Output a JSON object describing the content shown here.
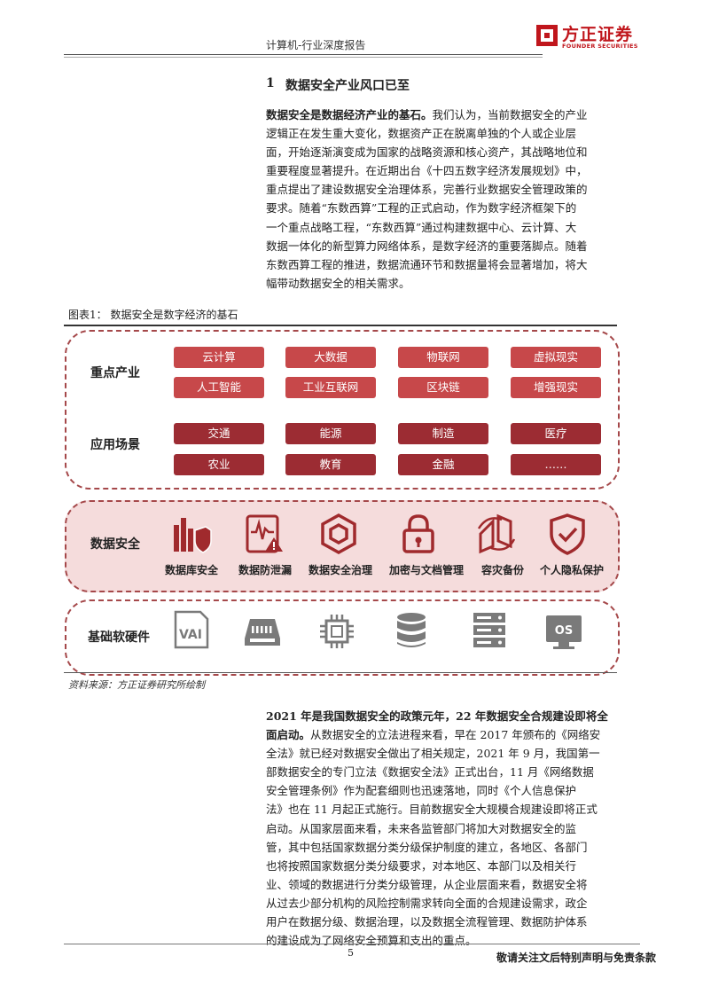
{
  "header": {
    "report_title": "计算机-行业深度报告",
    "logo_cn": "方正证券",
    "logo_en": "FOUNDER SECURITIES"
  },
  "section": {
    "number": "1",
    "title": "数据安全产业风口已至"
  },
  "para1": {
    "lead": "数据安全是数据经济产业的基石。",
    "lines": [
      "我们认为，当前数据安全的产业",
      "逻辑正在发生重大变化，数据资产正在脱离单独的个人或企业层",
      "面，开始逐渐演变成为国家的战略资源和核心资产，其战略地位和",
      "重要程度显著提升。在近期出台《十四五数字经济发展规划》中，",
      "重点提出了建设数据安全治理体系，完善行业数据安全管理政策的",
      "要求。随着“东数西算”工程的正式启动，作为数字经济框架下的",
      "一个重点战略工程，“东数西算”通过构建数据中心、云计算、大",
      "数据一体化的新型算力网络体系，是数字经济的重要落脚点。随着",
      "东数西算工程的推进，数据流通环节和数据量将会显著增加，将大",
      "幅带动数据安全的相关需求。"
    ]
  },
  "figure": {
    "caption": "图表1：  数据安全是数字经济的基石",
    "source": "资料来源：方正证券研究所绘制",
    "industry_label": "重点产业",
    "industries": [
      "云计算",
      "大数据",
      "物联网",
      "虚拟现实",
      "人工智能",
      "工业互联网",
      "区块链",
      "增强现实"
    ],
    "scene_label": "应用场景",
    "scenes": [
      "交通",
      "能源",
      "制造",
      "医疗",
      "农业",
      "教育",
      "金融",
      "……"
    ],
    "security_label": "数据安全",
    "security_items": [
      {
        "label": "数据库安全",
        "icon": "database-security-icon"
      },
      {
        "label": "数据防泄漏",
        "icon": "leak-prevention-icon"
      },
      {
        "label": "数据安全治理",
        "icon": "governance-icon"
      },
      {
        "label": "加密与文档管理",
        "icon": "lock-icon"
      },
      {
        "label": "容灾备份",
        "icon": "backup-icon"
      },
      {
        "label": "个人隐私保护",
        "icon": "shield-check-icon"
      }
    ],
    "infra_label": "基础软硬件",
    "infra_icons": [
      "vai-file-icon",
      "memory-icon",
      "chip-icon",
      "database-icon",
      "server-icon",
      "os-icon"
    ],
    "colors": {
      "pill_light": "#c7484a",
      "pill_dark": "#9c2c33",
      "border": "#a5484a",
      "mid_bg": "#f5dcdc",
      "icon_gray": "#7a7a7a"
    }
  },
  "para2": {
    "lead_lines": [
      "2021 年是我国数据安全的政策元年，22 年数据安全合规建设即将全",
      "面启动。"
    ],
    "lines": [
      "从数据安全的立法进程来看，早在 2017 年颁布的《网络安",
      "全法》就已经对数据安全做出了相关规定，2021 年 9 月，我国第一",
      "部数据安全的专门立法《数据安全法》正式出台，11 月《网络数据",
      "安全管理条例》作为配套细则也迅速落地，同时《个人信息保护",
      "法》也在 11 月起正式施行。目前数据安全大规模合规建设即将正式",
      "启动。从国家层面来看，未来各监管部门将加大对数据安全的监",
      "管，其中包括国家数据分类分级保护制度的建立，各地区、各部门",
      "也将按照国家数据分类分级要求，对本地区、本部门以及相关行",
      "业、领域的数据进行分类分级管理，从企业层面来看，数据安全将",
      "从过去少部分机构的风险控制需求转向全面的合规建设需求，政企",
      "用户在数据分级、数据治理，以及数据全流程管理、数据防护体系",
      "的建设成为了网络安全预算和支出的重点。"
    ]
  },
  "footer": {
    "page": "5",
    "note": "敬请关注文后特别声明与免责条款"
  }
}
